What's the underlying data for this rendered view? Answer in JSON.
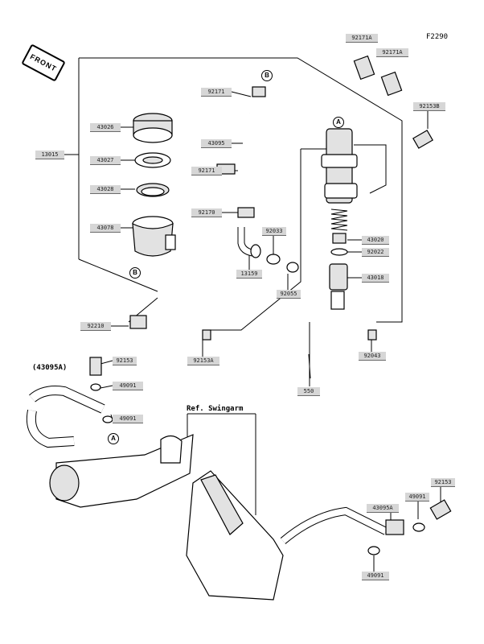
{
  "diagram_code": "F2290",
  "front_label": "FRONT",
  "ref_label": "Ref. Swingarm",
  "group_label": "(43095A)",
  "markers": {
    "a": "A",
    "b": "B"
  },
  "parts": {
    "p13015": "13015",
    "p43026": "43026",
    "p43027": "43027",
    "p43028": "43028",
    "p43078": "43078",
    "p92210": "92210",
    "p92171_a": "92171",
    "p43095": "43095",
    "p92171_b": "92171",
    "p92170": "92170",
    "p92033": "92033",
    "p13159": "13159",
    "p92055": "92055",
    "p92153a_top": "92153A",
    "p92171A_1": "92171A",
    "p92171A_2": "92171A",
    "p92153B": "92153B",
    "p43020": "43020",
    "p92022": "92022",
    "p43018": "43018",
    "p92043": "92043",
    "p550": "550",
    "p92153_l": "92153",
    "p49091_l1": "49091",
    "p49091_l2": "49091",
    "p43095A_r": "43095A",
    "p49091_r1": "49091",
    "p92153_r": "92153",
    "p49091_r2": "49091"
  }
}
